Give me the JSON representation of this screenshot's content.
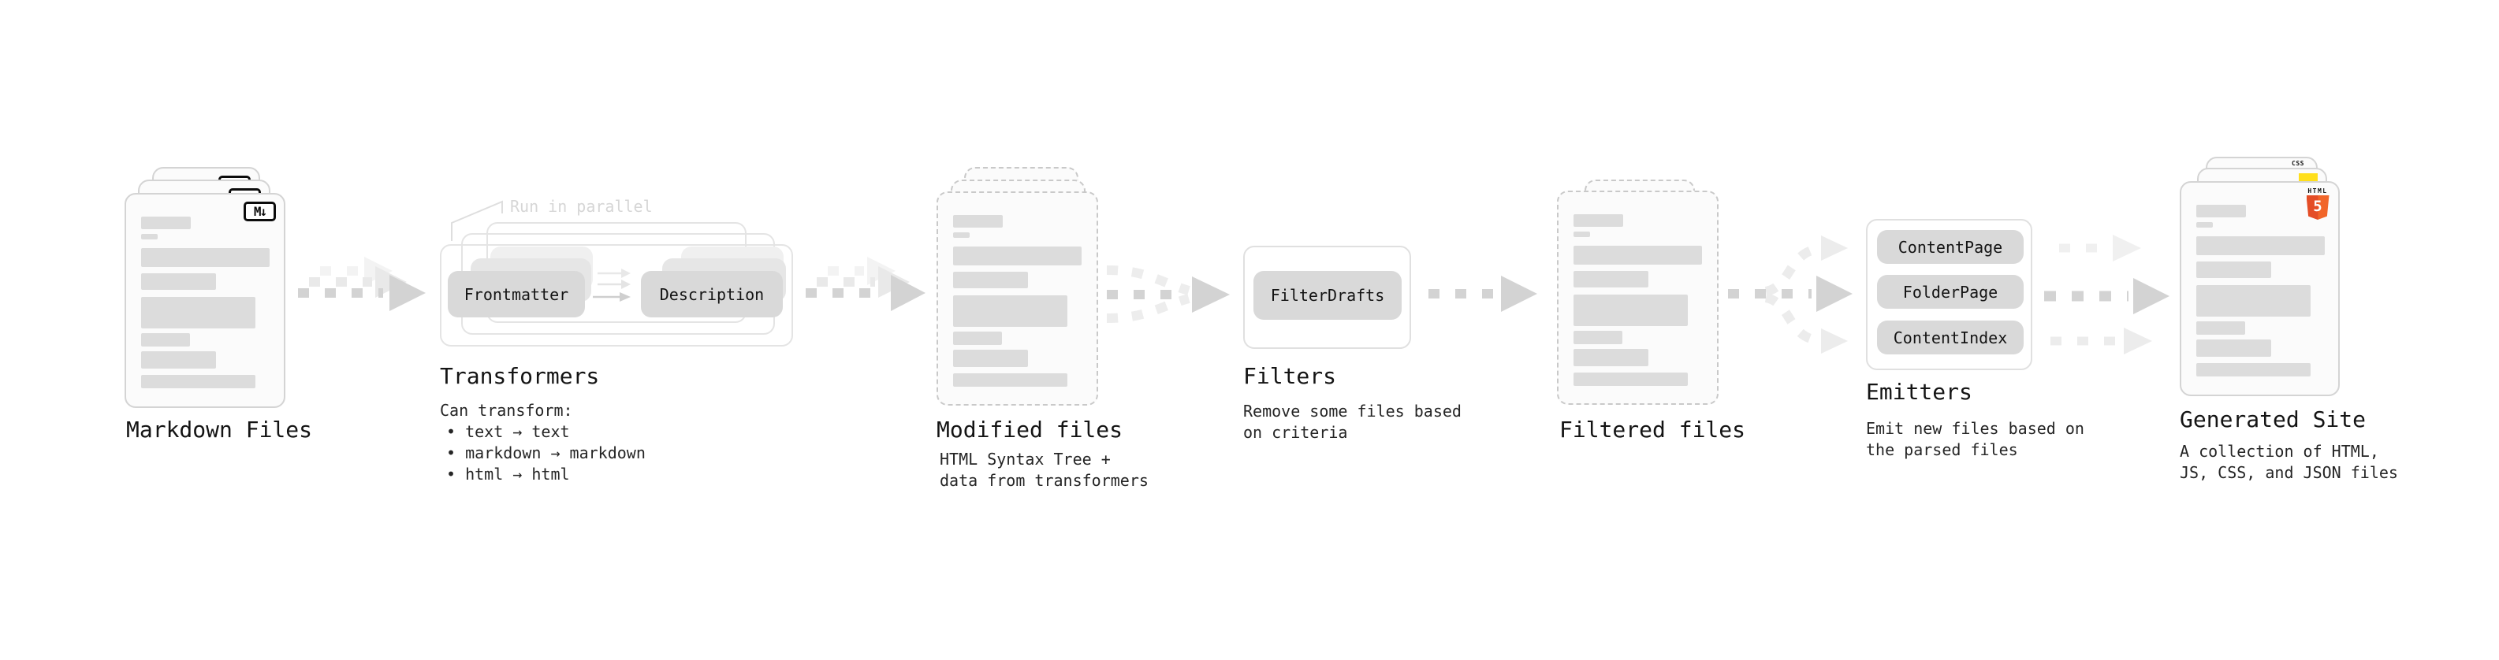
{
  "diagram": {
    "markdown_files": {
      "label": "Markdown Files",
      "badge": "M↓"
    },
    "transformers": {
      "label": "Transformers",
      "note": "Run in parallel",
      "box_frontmatter": "Frontmatter",
      "box_description": "Description",
      "caption_title": "Can transform:",
      "bullet_1": "• text → text",
      "bullet_2": "• markdown → markdown",
      "bullet_3": "• html → html"
    },
    "modified_files": {
      "label": "Modified files",
      "caption_1": "HTML Syntax Tree +",
      "caption_2": "data from transformers"
    },
    "filters": {
      "label": "Filters",
      "box": "FilterDrafts",
      "caption_1": "Remove some files based",
      "caption_2": "on criteria"
    },
    "filtered_files": {
      "label": "Filtered files"
    },
    "emitters": {
      "label": "Emitters",
      "box_1": "ContentPage",
      "box_2": "FolderPage",
      "box_3": "ContentIndex",
      "caption_1": "Emit new files based on",
      "caption_2": "the parsed files"
    },
    "generated_site": {
      "label": "Generated Site",
      "caption_1": "A collection of HTML,",
      "caption_2": "JS, CSS, and JSON files",
      "badge_html_word": "HTML",
      "badge_html_number": "5",
      "badge_css": "CSS"
    },
    "colors": {
      "arrow_gray": "#d3d3d3",
      "arrow_light": "#ececec",
      "skeleton_gray": "#dcdcdc",
      "html5_orange": "#e44d26",
      "js_yellow": "#ffdf1c",
      "css_blue": "#2d53e5"
    }
  }
}
